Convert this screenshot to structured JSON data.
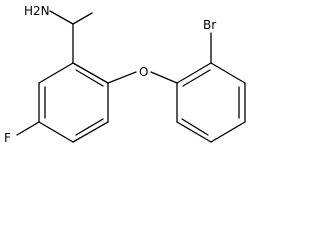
{
  "molecule": {
    "labels": {
      "amine": "H2N",
      "oxygen": "O",
      "fluorine": "F",
      "bromine": "Br"
    }
  },
  "colors": {
    "bond": "#000000",
    "text": "#000000",
    "background": "#ffffff"
  }
}
